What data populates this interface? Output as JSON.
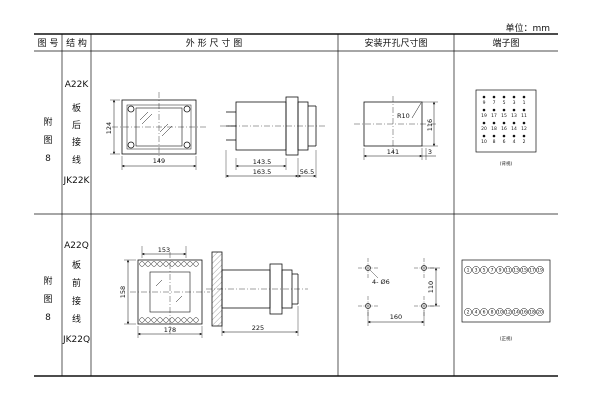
{
  "unit_label": "单位：mm",
  "header": {
    "col_figure": "图 号",
    "col_structure": "结 构",
    "col_outline": "外 形 尺 寸 图",
    "col_mounting": "安装开孔尺寸图",
    "col_terminal": "端子图"
  },
  "rows": [
    {
      "figure_label": [
        "附",
        "图",
        "8"
      ],
      "structure": [
        "A22K",
        "板",
        "后",
        "接",
        "线",
        "JK22K"
      ],
      "dims": {
        "front_width": "149",
        "front_height": "124",
        "side_a": "143.5",
        "side_b": "163.5",
        "side_c": "56.5",
        "cutout_width": "141",
        "cutout_height": "116",
        "cutout_radius": "R10",
        "cutout_offset": "3"
      },
      "terminal_numbers": {
        "row1": [
          "9",
          "7",
          "5",
          "3",
          "1"
        ],
        "row2": [
          "19",
          "17",
          "15",
          "13",
          "11"
        ],
        "row3": [
          "20",
          "18",
          "16",
          "14",
          "12"
        ],
        "row4": [
          "10",
          "8",
          "6",
          "4",
          "2"
        ]
      },
      "terminal_note": "(背视)"
    },
    {
      "figure_label": [
        "附",
        "图",
        "8"
      ],
      "structure": [
        "A22Q",
        "板",
        "前",
        "接",
        "线",
        "JK22Q"
      ],
      "dims": {
        "front_width_top": "153",
        "front_width_bottom": "178",
        "front_height": "158",
        "side_depth": "225",
        "hole_spec": "4- Ø6",
        "hole_vertical": "110",
        "hole_horizontal": "160"
      },
      "terminal_numbers": {
        "top": [
          "1",
          "3",
          "5",
          "7",
          "9",
          "11",
          "13",
          "15",
          "17",
          "19"
        ],
        "bottom": [
          "2",
          "4",
          "6",
          "8",
          "10",
          "12",
          "14",
          "16",
          "18",
          "20"
        ]
      },
      "terminal_note": "(正视)"
    }
  ]
}
